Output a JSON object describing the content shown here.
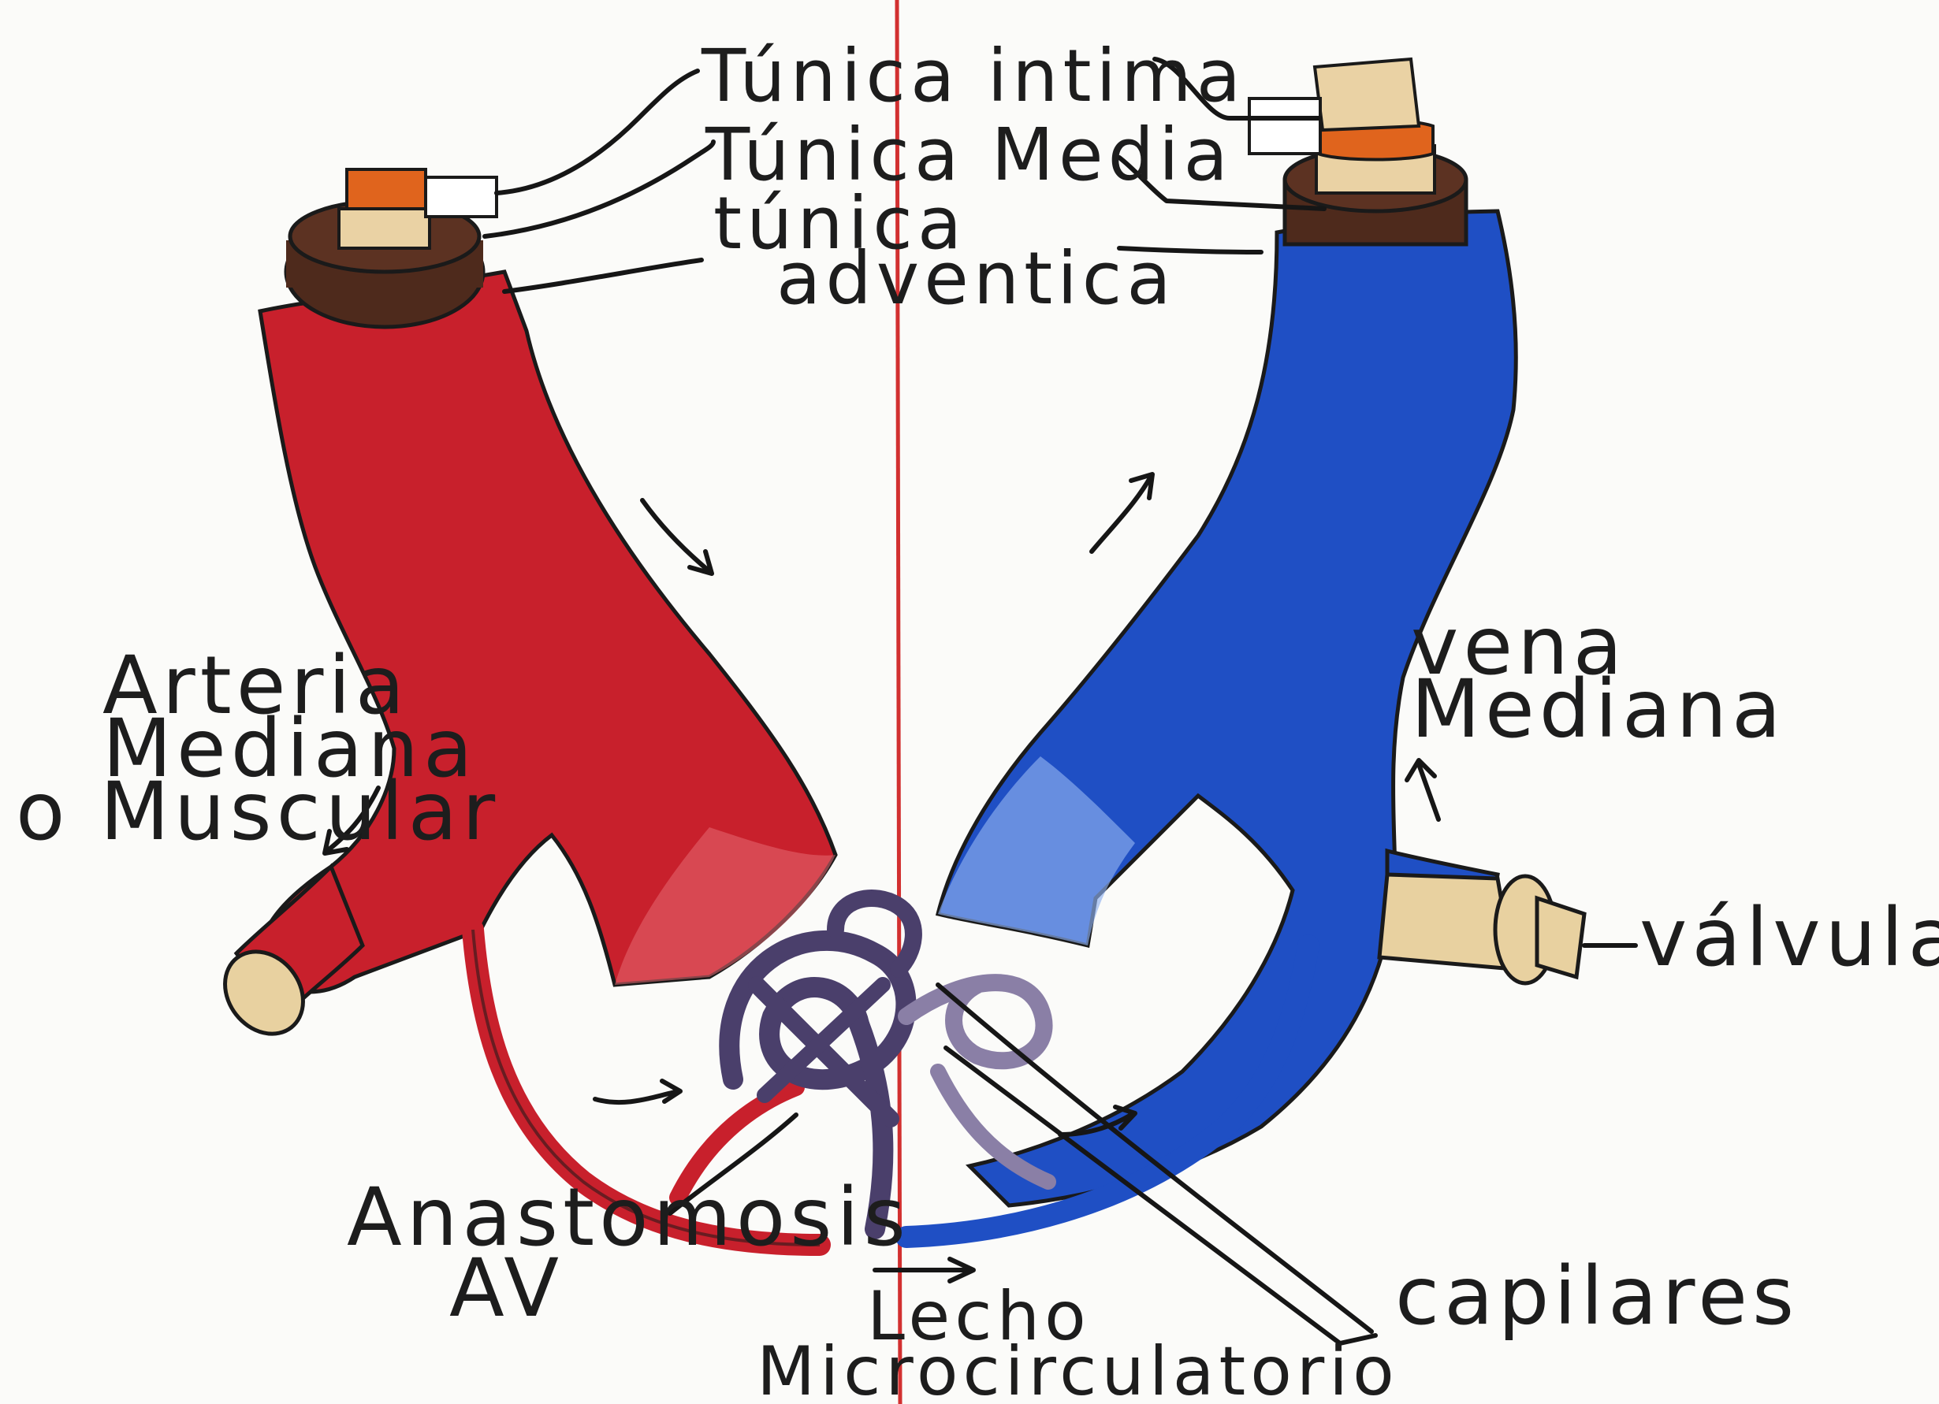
{
  "diagram": {
    "colors": {
      "artery": "#c8202c",
      "artery_dark": "#9b1520",
      "vein": "#1f4fc4",
      "vein_dark": "#16399a",
      "capillary": "#4a3f6b",
      "tunica_intima": "#ead2a4",
      "tunica_media": "#e0641d",
      "tunica_adventicia": "#4e2a1c",
      "valve": "#e8d1a0",
      "midline": "#d23030"
    },
    "labels": {
      "tunica_intima": "Túnica intima",
      "tunica_media": "Túnica Media",
      "tunica_adventicia_line1": "túnica",
      "tunica_adventicia_line2": "adventica",
      "artery_line1": "Arteria",
      "artery_line2": "Mediana",
      "artery_line3": "o Muscular",
      "vein_line1": "vena",
      "vein_line2": "Mediana",
      "valve": "válvula",
      "anastomosis_line1": "Anastomosis",
      "anastomosis_line2": "AV",
      "bed_line1": "Lecho",
      "bed_line2": "Microcirculatorio",
      "capillaries": "capilares"
    }
  }
}
